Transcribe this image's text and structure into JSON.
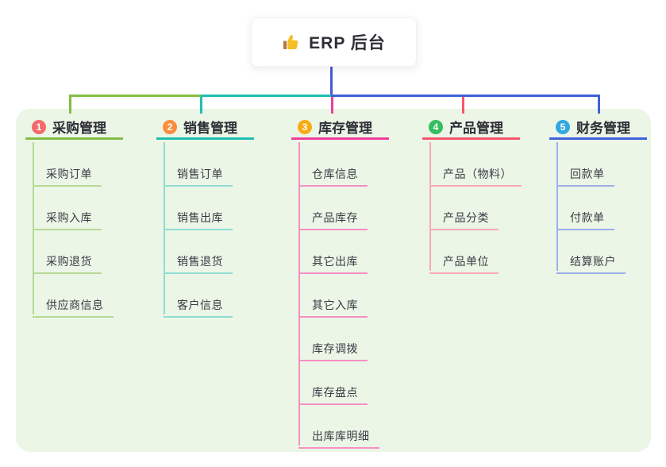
{
  "root": {
    "title": "ERP 后台",
    "icon": "thumbs-up-icon",
    "icon_color": "#f6bf26",
    "icon_cuff_color": "#b5763c"
  },
  "canvas": {
    "page_bg": "#ffffff",
    "panel_bg": "#ebf6e7",
    "root_line_color": "#4a59d0",
    "title_text_color": "#2e2e36",
    "header_text_color": "#2e2e36",
    "child_text_color": "#3b3b43"
  },
  "branches": [
    {
      "number": "1",
      "label": "采购管理",
      "badge_color": "#f56b6b",
      "line_color": "#85bd43",
      "child_line_color": "#b6da92",
      "children": [
        "采购订单",
        "采购入库",
        "采购退货",
        "供应商信息"
      ]
    },
    {
      "number": "2",
      "label": "销售管理",
      "badge_color": "#fb8d3d",
      "line_color": "#1fbfb0",
      "child_line_color": "#8fdcd3",
      "children": [
        "销售订单",
        "销售出库",
        "销售退货",
        "客户信息"
      ]
    },
    {
      "number": "3",
      "label": "库存管理",
      "badge_color": "#f9ab13",
      "line_color": "#ee3f9c",
      "child_line_color": "#f78fc4",
      "children": [
        "仓库信息",
        "产品库存",
        "其它出库",
        "其它入库",
        "库存调拨",
        "库存盘点",
        "出库库明细"
      ]
    },
    {
      "number": "4",
      "label": "产品管理",
      "badge_color": "#35bd60",
      "line_color": "#f8556b",
      "child_line_color": "#fba9b3",
      "children": [
        "产品（物料）",
        "产品分类",
        "产品单位"
      ]
    },
    {
      "number": "5",
      "label": "财务管理",
      "badge_color": "#31a8e1",
      "line_color": "#3f62d9",
      "child_line_color": "#9dafe9",
      "children": [
        "回款单",
        "付款单",
        "结算账户"
      ]
    }
  ]
}
